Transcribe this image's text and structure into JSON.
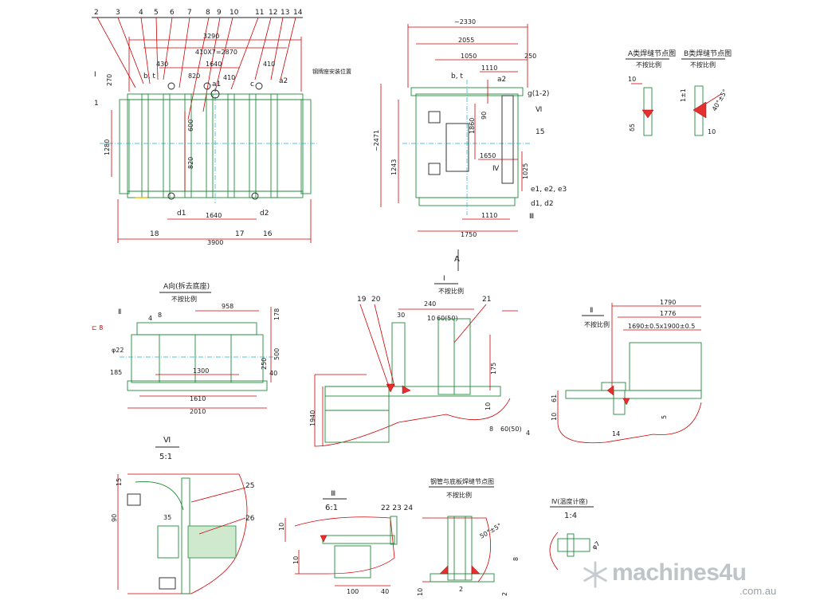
{
  "views": {
    "front": {
      "callouts": [
        "2",
        "3",
        "4",
        "5",
        "6",
        "7",
        "8",
        "9",
        "10",
        "11",
        "12",
        "13",
        "14"
      ],
      "dims": {
        "overall_top": "3290",
        "pitch": "410X7=2870",
        "d430": "430",
        "d1640_top": "1640",
        "d820": "820",
        "d410_a": "410",
        "d410_b": "410",
        "d270": "270",
        "d1280": "1280",
        "d600": "600",
        "d820_v": "820",
        "d1640_bot": "1640",
        "d3900": "3900"
      },
      "labels": {
        "roman_I": "Ⅰ",
        "part1": "1",
        "b_t": "b, t",
        "a2": "a2",
        "a1": "a1",
        "c": "c",
        "d1": "d1",
        "d2": "d2",
        "p17": "17",
        "p18": "18",
        "p16": "16",
        "note": "钢牌座安装位置"
      }
    },
    "side": {
      "dims": {
        "d2330": "~2330",
        "d2055": "2055",
        "d1050": "1050",
        "d250": "250",
        "d1110_top": "1110",
        "d2471": "~2471",
        "d1860": "1860",
        "d90": "90",
        "d1243": "1243",
        "d1650": "1650",
        "d1025": "1025",
        "d1110_bot": "1110",
        "d1750": "1750"
      },
      "labels": {
        "b_t": "b, t",
        "a2": "a2",
        "g": "g(1-2)",
        "VI": "Ⅵ",
        "p15": "15",
        "IV": "Ⅳ",
        "e": "e1, e2, e3",
        "d": "d1, d2",
        "III": "Ⅲ",
        "A": "A"
      }
    },
    "weldA": {
      "title": "A类焊缝节点图",
      "sub": "不按比例",
      "d10": "10",
      "d5": "δ5"
    },
    "weldB": {
      "title": "B类焊缝节点图",
      "sub": "不按比例",
      "d1": "1±1",
      "d10": "10",
      "angle": "40°±5°"
    },
    "viewA": {
      "title": "A向(拆去底座)",
      "sub": "不按比例",
      "II": "Ⅱ",
      "d958": "958",
      "d178": "178",
      "d8": "8",
      "d4": "4",
      "phi": "φ22",
      "d500": "500",
      "d250": "250",
      "d40": "40",
      "d185": "185",
      "d1300": "1300",
      "d1610": "1610",
      "d2010": "2010",
      "c8": "⊏ 8"
    },
    "detailI": {
      "title": "Ⅰ",
      "sub": "不按比例",
      "p19": "19",
      "p20": "20",
      "d240": "240",
      "p21": "21",
      "d30": "30",
      "d10": "10",
      "d60": "60(50)",
      "d175": "175",
      "d1940": "1940",
      "d10b": "10",
      "d8": "8",
      "d60b": "60(50)",
      "d4": "4"
    },
    "detailII": {
      "title": "Ⅱ",
      "sub": "不按比例",
      "d1790": "1790",
      "d1776": "1776",
      "pitch": "1690±0.5x1900±0.5",
      "d61": "61",
      "d10": "10",
      "d14": "14",
      "d5": "5"
    },
    "detailVI": {
      "title": "Ⅵ",
      "scale": "5:1",
      "d15": "15",
      "d90": "90",
      "d35": "35",
      "p25": "25",
      "p26": "26"
    },
    "detailIII": {
      "title": "Ⅲ",
      "scale": "6:1",
      "parts": "22 23 24",
      "d10": "10",
      "d10b": "10",
      "d100": "100",
      "d40": "40"
    },
    "weldTube": {
      "title": "钢管与底板焊缝节点图",
      "sub": "不按比例",
      "angle": "50°±5°",
      "d8": "8",
      "d10": "10",
      "d2": "2",
      "d2b": "2"
    },
    "detailIV": {
      "title": "Ⅳ(温度计座)",
      "scale": "1:4",
      "phi": "φ7"
    }
  },
  "watermark": {
    "brand": "machines4u",
    "domain": ".com.au"
  },
  "colors": {
    "dimension": "#d00000",
    "outline": "#1f8a3a",
    "centerline": "#19b3d1"
  }
}
